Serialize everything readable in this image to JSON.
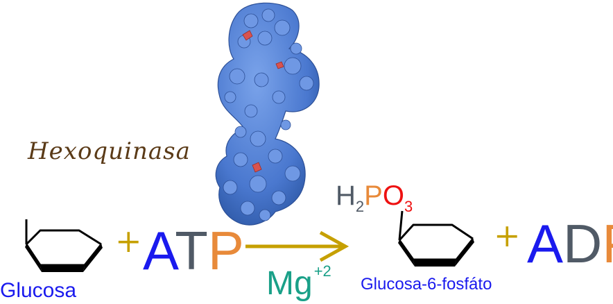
{
  "enzyme": {
    "name": "Hexoquinasa"
  },
  "reactants": {
    "substrate_label": "Glucosa",
    "plus": "+",
    "atp": {
      "A": "A",
      "T": "T",
      "P": "P"
    }
  },
  "cofactor": {
    "base": "Mg",
    "charge": "+2"
  },
  "products": {
    "phosphate": {
      "H": "H",
      "h_sub": "2",
      "P": "P",
      "O": "O",
      "o_sub": "3"
    },
    "label": "Glucosa-6-fosfáto",
    "plus": "+",
    "adp": {
      "A": "A",
      "D": "D",
      "P": "P"
    }
  },
  "colors": {
    "enzyme_text": "#5a3a17",
    "protein": "#4a78cf",
    "protein_ligand": "#d9534f",
    "arrow": "#c6a000",
    "labels": "#1a1aee",
    "cofactor": "#1aa088",
    "adenine": "#1a1aee",
    "thymine_or_diphosphate": "#505a66",
    "phosphorus": "#e88a3a",
    "oxygen": "#ee1111"
  }
}
